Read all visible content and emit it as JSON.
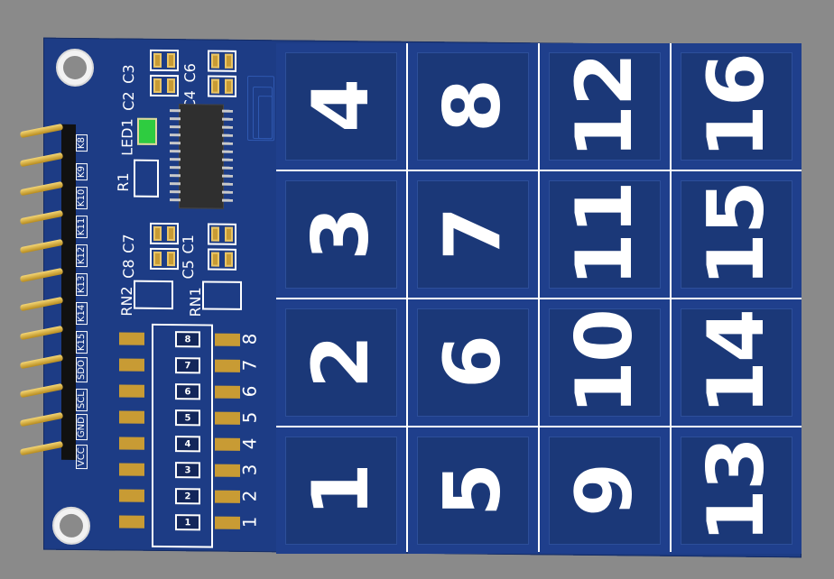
{
  "pads": {
    "labels": [
      [
        "4",
        "8",
        "12",
        "16"
      ],
      [
        "3",
        "7",
        "11",
        "15"
      ],
      [
        "2",
        "6",
        "10",
        "14"
      ],
      [
        "1",
        "5",
        "9",
        "13"
      ]
    ]
  },
  "header": {
    "labels": [
      "K8",
      "K9",
      "K10",
      "K11",
      "K12",
      "K13",
      "K14",
      "K15",
      "SDO",
      "SCL",
      "GND",
      "VCC"
    ]
  },
  "components": {
    "c2": "C2",
    "c3": "C3",
    "c4": "C4",
    "c6": "C6",
    "led1": "LED1",
    "r1": "R1",
    "c8": "C8",
    "c7": "C7",
    "c5": "C5",
    "c1": "C1",
    "rn2": "RN2",
    "rn1": "RN1"
  },
  "dip": {
    "switches": [
      "1",
      "2",
      "3",
      "4",
      "5",
      "6",
      "7",
      "8"
    ],
    "side_numbers": [
      "1",
      "2",
      "3",
      "4",
      "5",
      "6",
      "7",
      "8"
    ]
  },
  "colors": {
    "board": "#1d3c85",
    "pad": "#1f3f8c",
    "silk": "#ffffff",
    "gold": "#c89b34",
    "led": "#2ecc40",
    "background": "#8a8a8a"
  }
}
